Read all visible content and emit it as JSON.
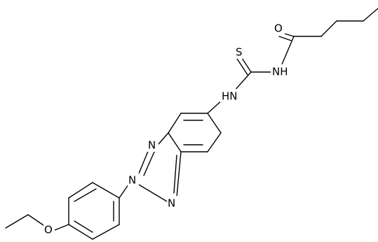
{
  "molecule": {
    "atoms": {
      "thio_s": "S",
      "thio_nh_left": "HN",
      "amide_nh": "NH",
      "carbonyl_o": "O",
      "triazole_n1": "N",
      "triazole_n2": "N",
      "triazole_n3": "N",
      "ether_o": "O"
    }
  },
  "colors": {
    "bond": "#000000",
    "background": "#ffffff"
  }
}
